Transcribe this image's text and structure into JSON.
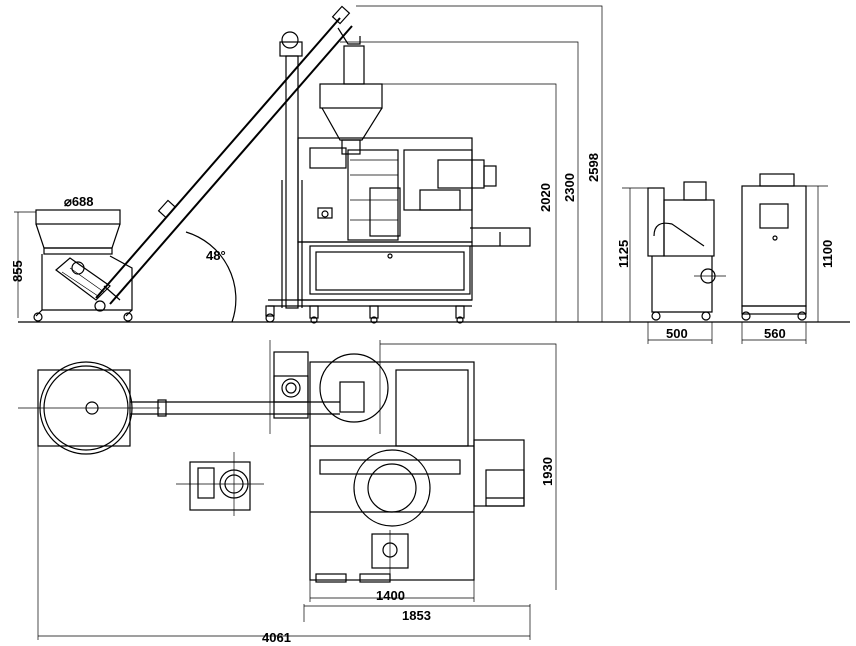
{
  "dimensions": {
    "hopper_diameter": "⌀688",
    "angle": "48°",
    "height_left": "855",
    "h2020": "2020",
    "h2300": "2300",
    "h2598": "2598",
    "h1125": "1125",
    "w500": "500",
    "w560": "560",
    "h1100": "1100",
    "depth1930": "1930",
    "w1400": "1400",
    "w1853": "1853",
    "total4061": "4061"
  }
}
